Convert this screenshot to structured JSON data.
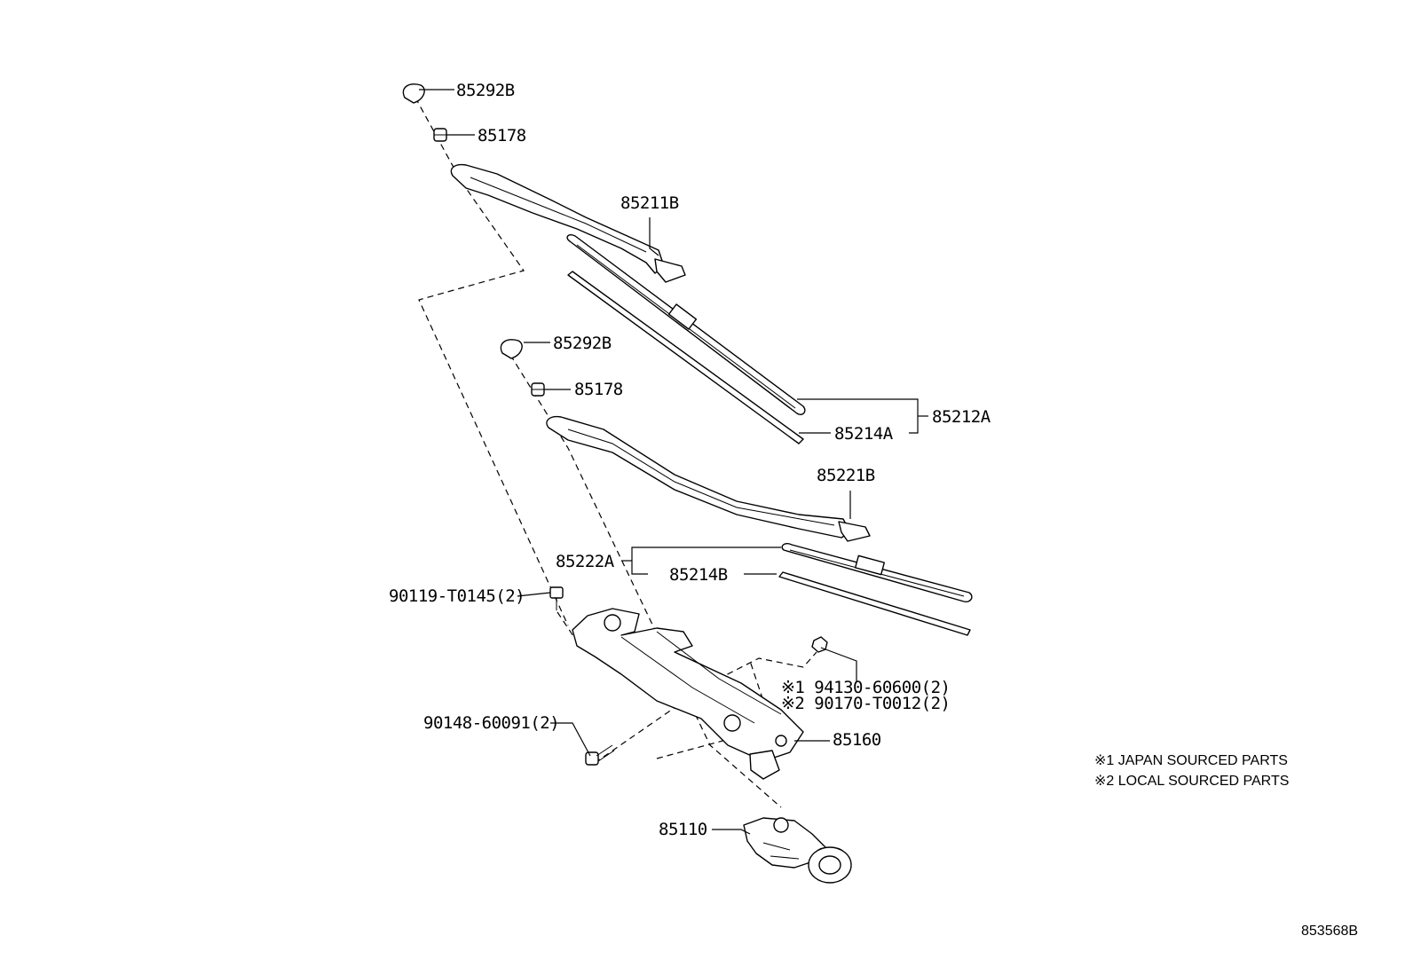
{
  "labels": {
    "cap_upper": "85292B",
    "nut_upper": "85178",
    "arm_upper": "85211B",
    "blade_assy_upper": "85212A",
    "rubber_upper": "85214A",
    "cap_lower": "85292B",
    "nut_lower": "85178",
    "arm_lower": "85221B",
    "blade_assy_lower": "85222A",
    "rubber_lower": "85214B",
    "bolt_left": "90119-T0145(2)",
    "nut_note1": "※1 94130-60600(2)",
    "nut_note2": "※2 90170-T0012(2)",
    "bolt_bottom": "90148-60091(2)",
    "link": "85160",
    "motor": "85110"
  },
  "notes": {
    "note1": "※1 JAPAN SOURCED PARTS",
    "note2": "※2 LOCAL SOURCED PARTS"
  },
  "figure_code": "853568B"
}
